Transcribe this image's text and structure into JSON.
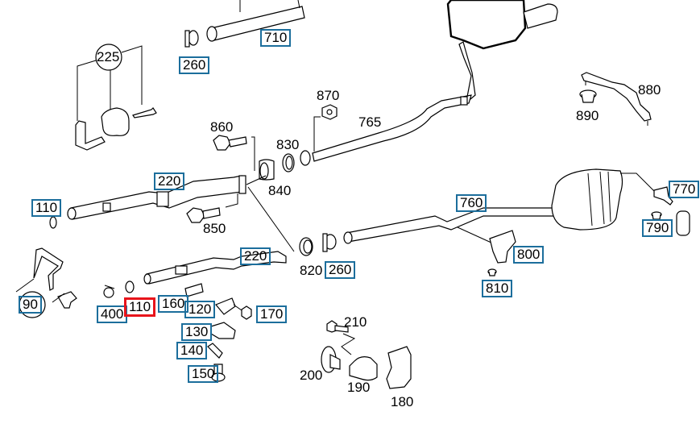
{
  "diagram": {
    "title": "Exhaust system exploded parts diagram",
    "colors": {
      "callout_box": "#1c6e9c",
      "highlight_box": "#e8141b",
      "line": "#000000",
      "background": "#ffffff"
    },
    "labels": {
      "p710": "710",
      "p260a": "260",
      "p225": "225",
      "p870": "870",
      "p765": "765",
      "p860": "860",
      "p830": "830",
      "p840": "840",
      "p880": "880",
      "p890": "890",
      "p220a": "220",
      "p110a": "110",
      "p850": "850",
      "p760": "760",
      "p770": "770",
      "p790": "790",
      "p220b": "220",
      "p820": "820",
      "p260b": "260",
      "p800": "800",
      "p810": "810",
      "p90": "90",
      "p400": "400",
      "p110b": "110",
      "p160": "160",
      "p120": "120",
      "p170": "170",
      "p130": "130",
      "p140": "140",
      "p150": "150",
      "p210": "210",
      "p200": "200",
      "p190": "190",
      "p180": "180"
    },
    "highlighted_part": "110"
  }
}
